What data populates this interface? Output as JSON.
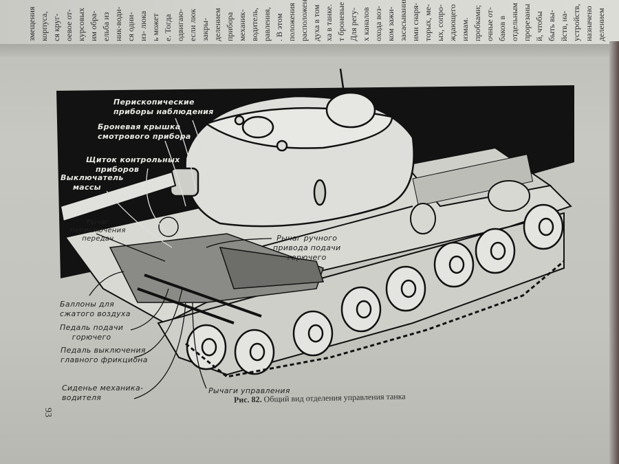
{
  "top_page": {
    "columns": [
      "делением",
      "назначено",
      "устройств,",
      "йств, на-",
      "быть вы-",
      "й, чтобы",
      "прорезаны",
      "отдельным",
      "баков в",
      "очные от-",
      "пробками;",
      "измам.",
      "ждающего",
      "ых, сопро-",
      "торых, ме-",
      "ими снаря-",
      "засасывания",
      "ком зажи-",
      "охода воз-",
      "х каналов",
      "Для регу-",
      "т броневые",
      "ха в танке.",
      "духа в том",
      "расположены",
      "положения",
      ". В этом",
      "равления,",
      "водитель,",
      "механик-",
      "прибора",
      "делением",
      "закры-",
      "если люк",
      "одвигаю-",
      "е. Тогда",
      "ь может",
      "из- люка",
      "ся одни-",
      "ник-води-",
      "ельба из",
      "им обра-",
      "курсовых",
      "оевое от-",
      "ся круг-",
      "корпуса,",
      "змещения"
    ]
  },
  "figure": {
    "labels": {
      "periscopes": [
        "Перископические",
        "приборы наблюдения"
      ],
      "armor_cover": [
        "Броневая крышка",
        "смотрового прибора"
      ],
      "instrument_panel": [
        "Щиток контрольных",
        "приборов"
      ],
      "master_switch": [
        "Выключатель",
        "массы"
      ],
      "gear_lever": [
        "Рычаг",
        "переключения",
        "передач"
      ],
      "hand_throttle": [
        "Рычаг ручного",
        "привода подачи",
        "горючего"
      ],
      "air_cylinders": [
        "Баллоны для",
        "сжатого воздуха"
      ],
      "fuel_pedal": [
        "Педаль подачи",
        "горючего"
      ],
      "clutch_pedal": [
        "Педаль выключения",
        "главного фрикциона"
      ],
      "driver_seat": [
        "Сиденье механика-",
        "водителя"
      ],
      "control_levers": [
        "Рычаги управления"
      ]
    },
    "caption_prefix": "Рис. 82.",
    "caption": "Общий вид отделения управления танка"
  },
  "page_number": "93"
}
